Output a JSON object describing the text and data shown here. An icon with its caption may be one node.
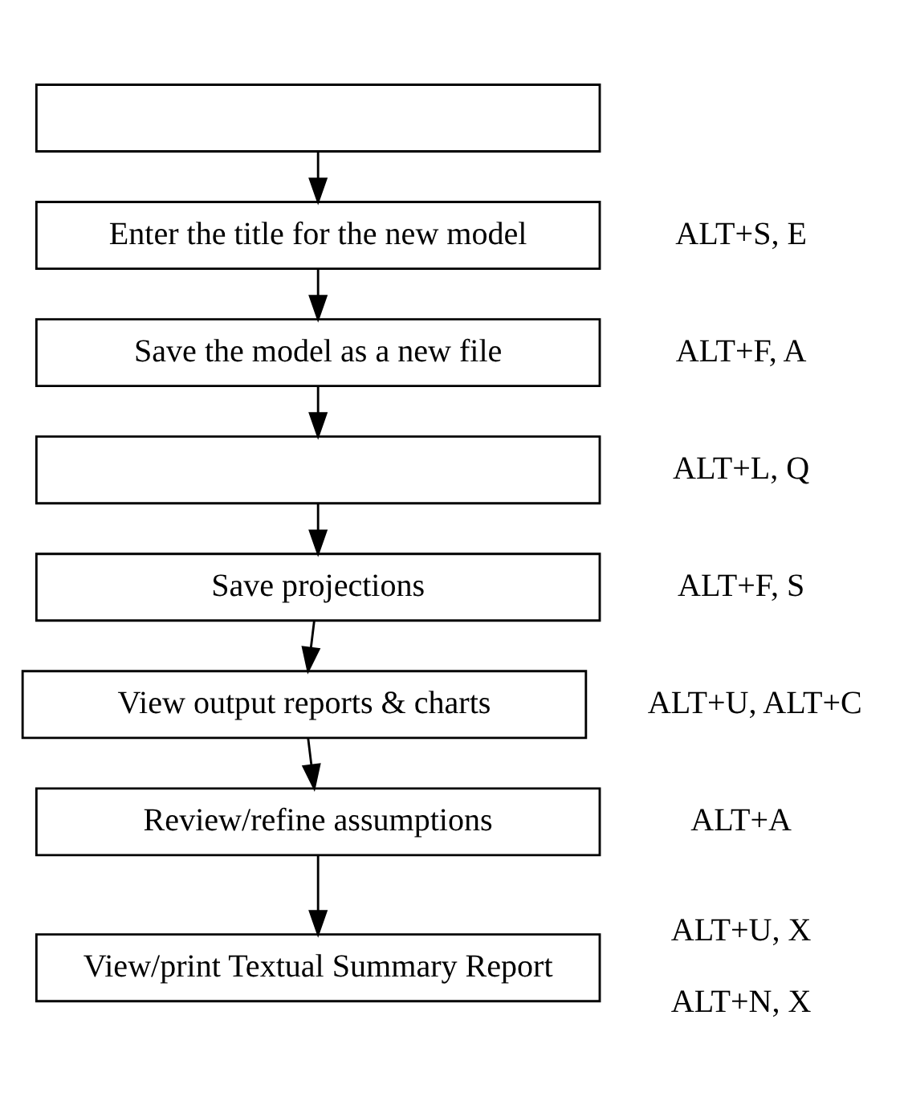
{
  "diagram": {
    "nodes": [
      {
        "text": [],
        "shape": "box"
      },
      {
        "text": [
          "Enter the title for the new model"
        ],
        "beside": [
          "ALT+S, E"
        ]
      },
      {
        "text": [
          "Save the model as a new file"
        ],
        "beside": [
          "ALT+F, A"
        ]
      },
      {
        "text": [],
        "shape": "box",
        "beside": [
          "ALT+L, Q"
        ]
      },
      {
        "text": [
          "Save projections"
        ],
        "beside": [
          "ALT+F, S"
        ]
      },
      {
        "text": [
          "View output reports & charts"
        ],
        "beside": [
          "ALT+U, ALT+C"
        ]
      },
      {
        "text": [
          "Review/refine assumptions"
        ],
        "beside": [
          "ALT+A"
        ]
      },
      {
        "text": [
          "View/print Textual Summary Report"
        ],
        "beside": [
          "ALT+U, X",
          "ALT+N, X"
        ]
      }
    ],
    "edges": [
      {
        "from": 0,
        "to": 1,
        "arrow": "to"
      },
      {
        "from": 1,
        "to": 2,
        "arrow": "to"
      },
      {
        "from": 2,
        "to": 3,
        "arrow": "to"
      },
      {
        "from": 3,
        "to": 4,
        "arrow": "to"
      },
      {
        "from": 4,
        "to": 5,
        "arrow": "to"
      },
      {
        "from": 5,
        "to": 6,
        "arrow": "to"
      },
      {
        "from": 6,
        "to": 7,
        "arrow": "to"
      }
    ]
  }
}
